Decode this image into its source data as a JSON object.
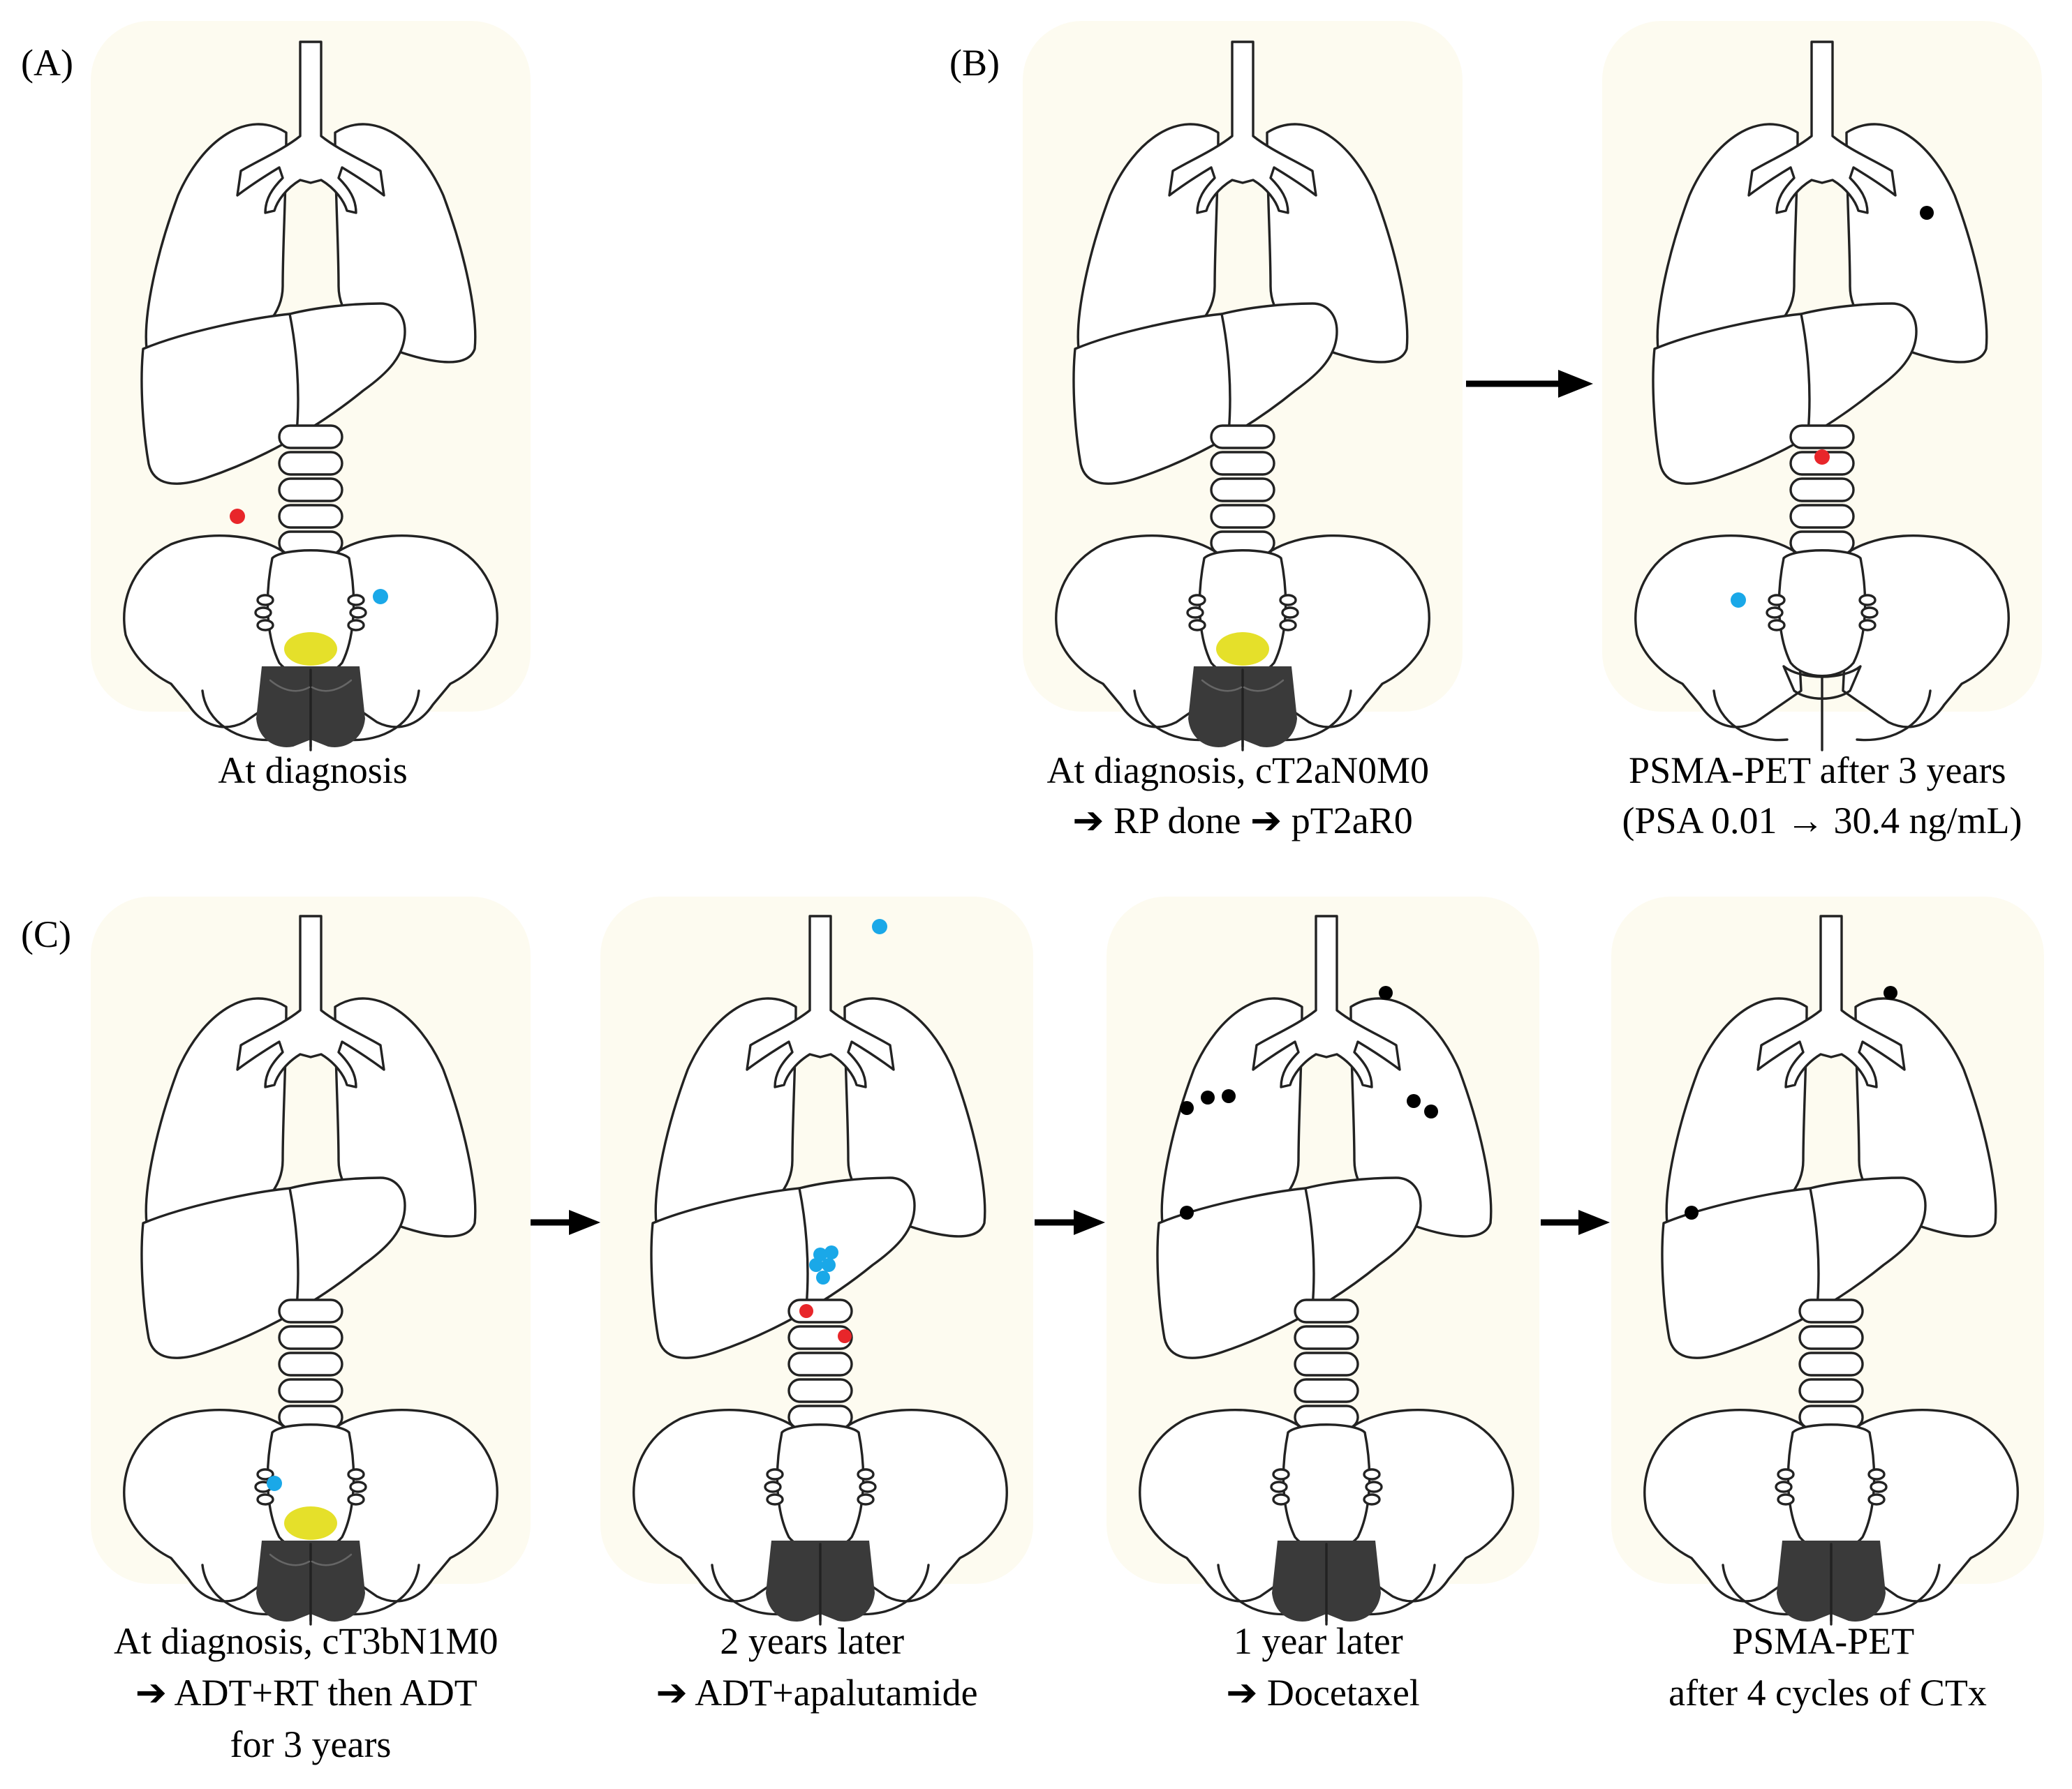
{
  "panels": {
    "A": {
      "label": "(A)",
      "cards": [
        {
          "caption": [
            "At diagnosis"
          ]
        }
      ]
    },
    "B": {
      "label": "(B)",
      "cards": [
        {
          "caption": [
            "At diagnosis, cT2aN0M0",
            "➔ RP done ➔ pT2aR0"
          ]
        },
        {
          "caption": [
            "PSMA-PET after 3 years",
            "(PSA 0.01 → 30.4 ng/mL)"
          ]
        }
      ]
    },
    "C": {
      "label": "(C)",
      "cards": [
        {
          "caption": [
            "At diagnosis, cT3bN1M0",
            "➔ ADT+RT then ADT",
            "for 3 years"
          ]
        },
        {
          "caption": [
            "2 years later",
            "➔ ADT+apalutamide"
          ]
        },
        {
          "caption": [
            "1 year later",
            "➔ Docetaxel"
          ]
        },
        {
          "caption": [
            "PSMA-PET",
            "after 4 cycles of CTx"
          ]
        }
      ]
    }
  },
  "colors": {
    "card_background": "#fdfbf0",
    "tumor_yellow": "#e5e02a",
    "lesion_red": "#e8262a",
    "lesion_blue": "#1aa8e8",
    "lesion_black": "#000000",
    "prostate_dark": "#3a3a3a"
  }
}
